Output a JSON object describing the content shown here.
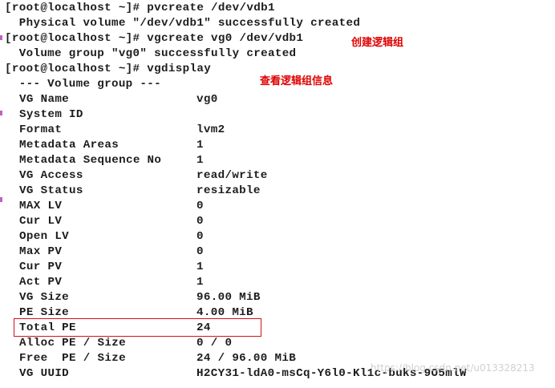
{
  "terminal": {
    "commands": [
      "[root@localhost ~]# pvcreate /dev/vdb1",
      "  Physical volume \"/dev/vdb1\" successfully created",
      "[root@localhost ~]# vgcreate vg0 /dev/vdb1",
      "  Volume group \"vg0\" successfully created",
      "[root@localhost ~]# vgdisplay",
      "  --- Volume group ---"
    ],
    "vg_rows": [
      {
        "key": "VG Name",
        "value": "vg0"
      },
      {
        "key": "System ID",
        "value": ""
      },
      {
        "key": "Format",
        "value": "lvm2"
      },
      {
        "key": "Metadata Areas",
        "value": "1"
      },
      {
        "key": "Metadata Sequence No",
        "value": "1"
      },
      {
        "key": "VG Access",
        "value": "read/write"
      },
      {
        "key": "VG Status",
        "value": "resizable"
      },
      {
        "key": "MAX LV",
        "value": "0"
      },
      {
        "key": "Cur LV",
        "value": "0"
      },
      {
        "key": "Open LV",
        "value": "0"
      },
      {
        "key": "Max PV",
        "value": "0"
      },
      {
        "key": "Cur PV",
        "value": "1"
      },
      {
        "key": "Act PV",
        "value": "1"
      },
      {
        "key": "VG Size",
        "value": "96.00 MiB"
      },
      {
        "key": "PE Size",
        "value": "4.00 MiB"
      },
      {
        "key": "Total PE",
        "value": "24"
      },
      {
        "key": "Alloc PE / Size",
        "value": "0 / 0"
      },
      {
        "key": "Free  PE / Size",
        "value": "24 / 96.00 MiB"
      },
      {
        "key": "VG UUID",
        "value": "H2CY31-ldA0-msCq-Y6l0-Kl1c-buks-9O5mlW"
      }
    ]
  },
  "annotations": {
    "create_vg": "创建逻辑组",
    "view_vg": "查看逻辑组信息"
  },
  "watermark": "https://blog.csdn.net/u013328213",
  "colors": {
    "text": "#1c1c1c",
    "annotation": "#e00000",
    "highlight_border": "#d4101a",
    "background": "#ffffff"
  }
}
